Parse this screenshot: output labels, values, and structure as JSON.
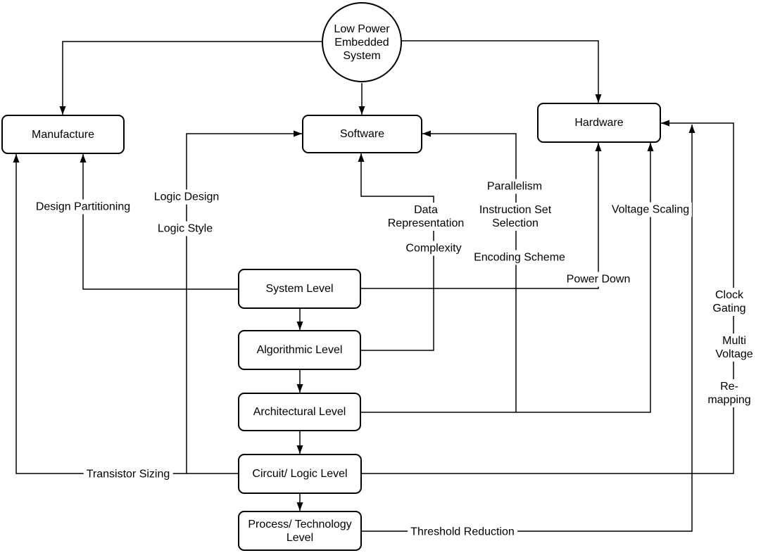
{
  "diagram": {
    "nodes": {
      "root": "Low Power\nEmbedded\nSystem",
      "manufacture": "Manufacture",
      "software": "Software",
      "hardware": "Hardware",
      "system_level": "System Level",
      "algorithmic_level": "Algorithmic Level",
      "architectural_level": "Architectural Level",
      "circuit_logic_level": "Circuit/ Logic Level",
      "process_technology_level": "Process/ Technology\nLevel"
    },
    "edge_labels": {
      "design_partitioning": "Design Partitioning",
      "logic_design": "Logic Design",
      "logic_style": "Logic Style",
      "data_representation": "Data\nRepresentation",
      "complexity": "Complexity",
      "parallelism": "Parallelism",
      "instruction_set_selection": "Instruction Set\nSelection",
      "encoding_scheme": "Encoding Scheme",
      "voltage_scaling": "Voltage Scaling",
      "power_down": "Power Down",
      "clock_gating": "Clock Gating",
      "multi_voltage": "Multi Voltage",
      "re_mapping": "Re-mapping",
      "transistor_sizing": "Transistor Sizing",
      "threshold_reduction": "Threshold Reduction"
    },
    "edges": [
      {
        "from": "Low Power Embedded System",
        "to": "Manufacture",
        "labels": []
      },
      {
        "from": "Low Power Embedded System",
        "to": "Software",
        "labels": []
      },
      {
        "from": "Low Power Embedded System",
        "to": "Hardware",
        "labels": []
      },
      {
        "from": "System Level",
        "to": "Manufacture",
        "labels": [
          "Design Partitioning"
        ]
      },
      {
        "from": "System Level",
        "to": "Hardware",
        "labels": [
          "Power Down"
        ]
      },
      {
        "from": "System Level",
        "to": "Algorithmic Level",
        "labels": []
      },
      {
        "from": "Algorithmic Level",
        "to": "Software",
        "labels": [
          "Data Representation",
          "Complexity"
        ]
      },
      {
        "from": "Algorithmic Level",
        "to": "Architectural Level",
        "labels": []
      },
      {
        "from": "Architectural Level",
        "to": "Software",
        "labels": [
          "Parallelism",
          "Instruction Set Selection",
          "Encoding Scheme"
        ]
      },
      {
        "from": "Architectural Level",
        "to": "Hardware",
        "labels": [
          "Voltage Scaling"
        ]
      },
      {
        "from": "Architectural Level",
        "to": "Circuit/ Logic Level",
        "labels": []
      },
      {
        "from": "Circuit/ Logic Level",
        "to": "Manufacture",
        "labels": [
          "Transistor Sizing"
        ]
      },
      {
        "from": "Circuit/ Logic Level",
        "to": "Software",
        "labels": [
          "Logic Design",
          "Logic Style"
        ]
      },
      {
        "from": "Circuit/ Logic Level",
        "to": "Hardware",
        "labels": [
          "Clock Gating",
          "Multi Voltage",
          "Re-mapping"
        ]
      },
      {
        "from": "Circuit/ Logic Level",
        "to": "Process/ Technology Level",
        "labels": []
      },
      {
        "from": "Process/ Technology Level",
        "to": "Hardware",
        "labels": [
          "Threshold Reduction"
        ]
      }
    ],
    "colors": {
      "stroke": "#000000",
      "text": "#000000",
      "background": "#ffffff"
    }
  }
}
